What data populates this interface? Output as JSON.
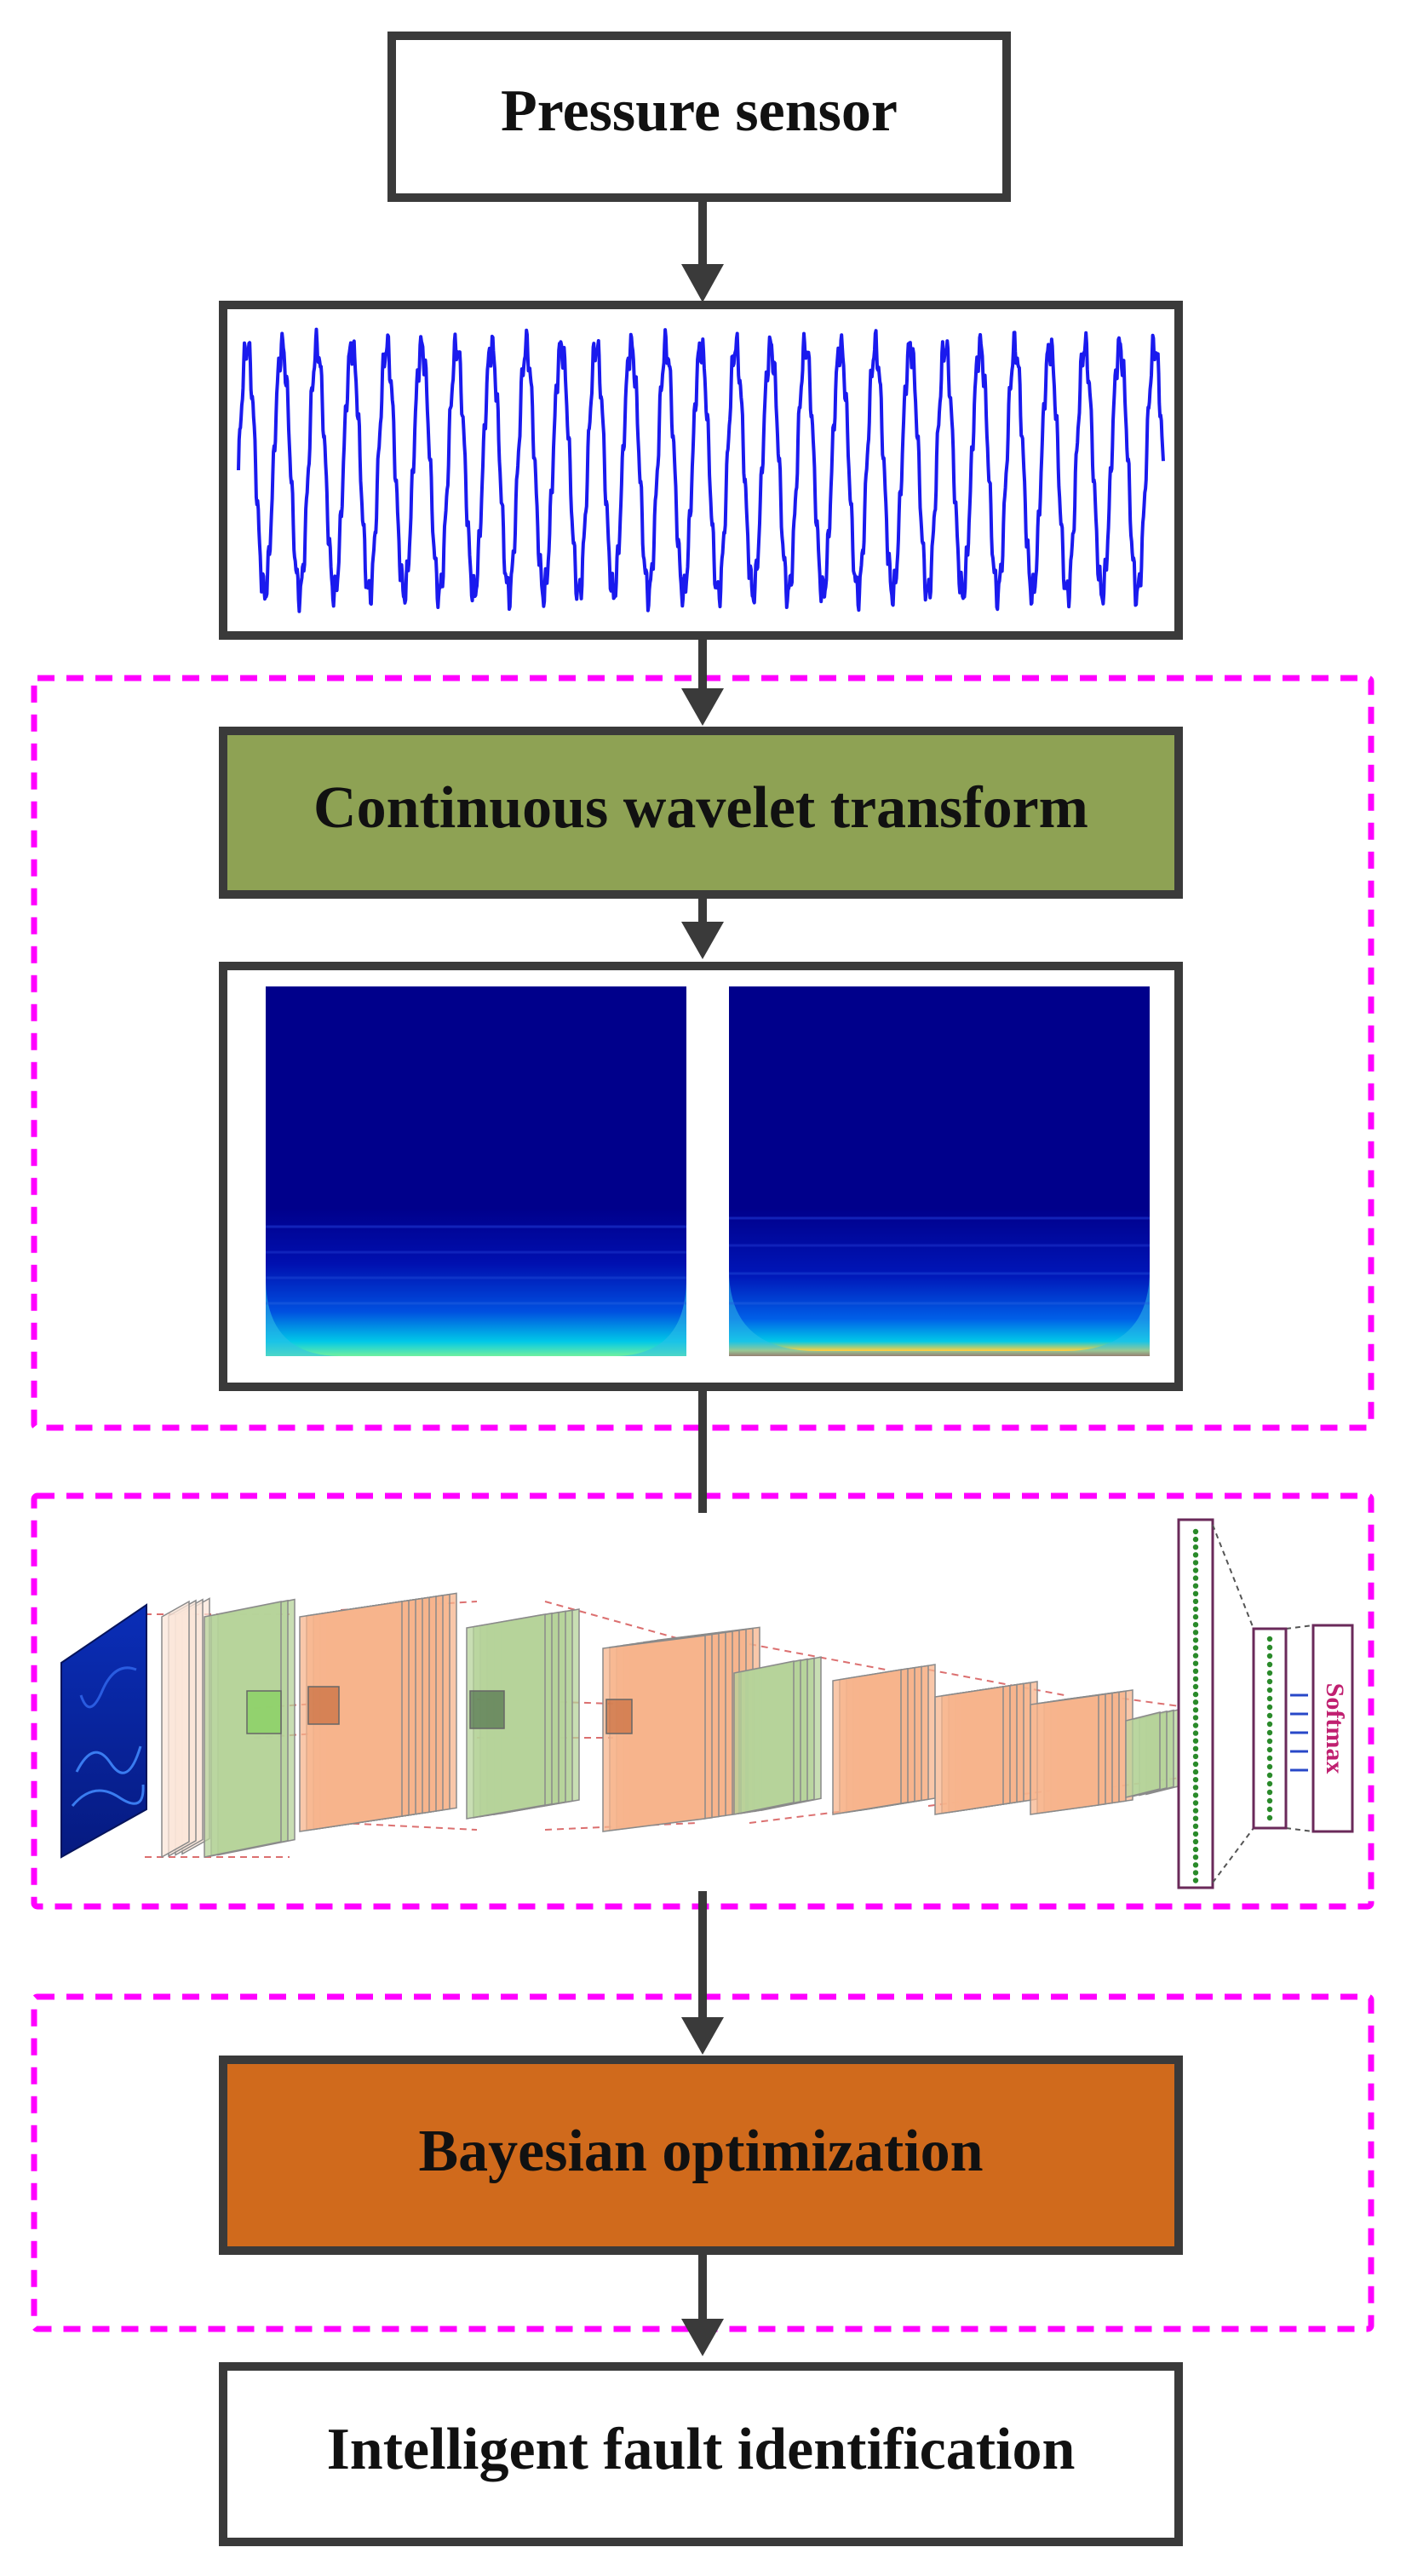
{
  "nodes": {
    "pressure_sensor": {
      "label": "Pressure sensor"
    },
    "cwt": {
      "label": "Continuous wavelet transform",
      "fill": "#8ea254"
    },
    "bayesian": {
      "label": "Bayesian optimization",
      "fill": "#d06a1c"
    },
    "fault_id": {
      "label": "Intelligent fault identification"
    }
  },
  "cnn": {
    "output_label": "Softmax"
  },
  "colors": {
    "group_border": "#ff00ff",
    "box_border": "#3a3a3a",
    "arrow": "#3a3a3a",
    "signal": "#1a1aee",
    "spectrogram_bg": "#00008b",
    "feature_map_orange": "#f7b48c",
    "feature_map_green": "#b6d39a"
  }
}
